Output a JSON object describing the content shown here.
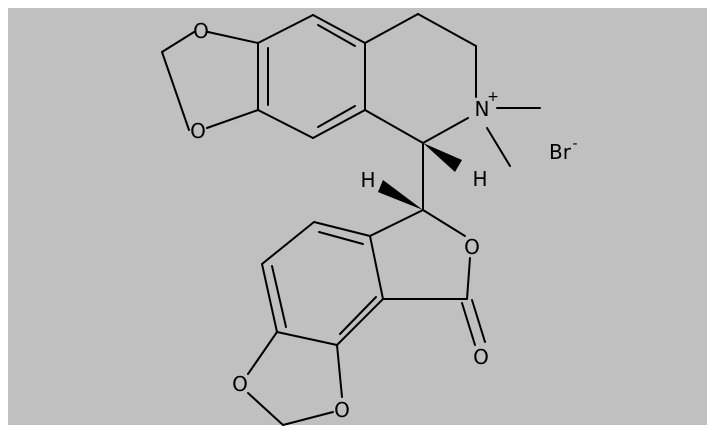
{
  "colors": {
    "background": "#c0c0c0",
    "stroke": "#000000",
    "frame": "#ffffff"
  },
  "molecule": {
    "atoms": {
      "o_top_left": "O",
      "o_bottom_left": "O",
      "n_center": "N",
      "n_charge": "+",
      "h_right": "H",
      "h_left": "H",
      "o_lactone_ring": "O",
      "o_carbonyl": "O",
      "o_lower_1": "O",
      "o_lower_2": "O"
    },
    "counterion": {
      "symbol": "Br",
      "charge": "-"
    }
  }
}
